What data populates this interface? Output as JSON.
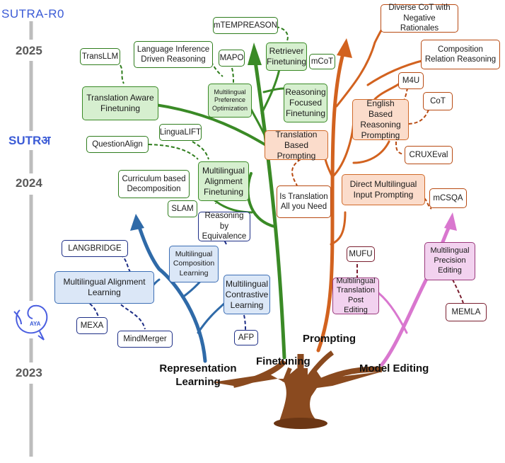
{
  "timeline": {
    "models": {
      "sutra_r0": "SUTRA-R0",
      "sutra": "SUTRअ",
      "aya": "AYA"
    },
    "years": [
      "2025",
      "2024",
      "2023"
    ]
  },
  "branches": {
    "representation": "Representation\nLearning",
    "finetuning": "Finetuning",
    "prompting": "Prompting",
    "model_editing": "Model Editing"
  },
  "finetuning": {
    "mtempreason": "mTEMPREASON",
    "retriever": "Retriever\nFinetuning",
    "mcot": "mCoT",
    "reasoning_focused": "Reasoning\nFocused\nFinetuning",
    "language_inference": "Language Inference\nDriven Reasoning",
    "mapo": "MAPO",
    "preference": "Multilingual\nPreference\nOptimization",
    "transllm": "TransLLM",
    "translation_aware": "Translation Aware\nFinetuning",
    "linguallift": "LinguaLIFT",
    "questionalign": "QuestionAlign",
    "alignment": "Multilingual\nAlignment\nFinetuning",
    "curriculum": "Curriculum based\nDecomposition",
    "slam": "SLAM"
  },
  "prompting": {
    "diverse_cot": "Diverse CoT with\nNegative Rationales",
    "composition_relation": "Composition\nRelation Reasoning",
    "m4u": "M4U",
    "cot": "CoT",
    "english_based": "English Based\nReasoning\nPrompting",
    "translation_based": "Translation\nBased Prompting",
    "cruxeval": "CRUXEval",
    "is_translation": "Is Translation\nAll you Need",
    "direct_input": "Direct Multilingual\nInput Prompting",
    "mcsqa": "mCSQA"
  },
  "representation": {
    "reasoning_equivalence": "Reasoning by\nEquivalence",
    "langbridge": "LANGBRIDGE",
    "composition_learning": "Multilingual\nComposition\nLearning",
    "alignment_learning": "Multilingual Alignment\nLearning",
    "contrastive": "Multilingual\nContrastive\nLearning",
    "mexa": "MEXA",
    "mindmerger": "MindMerger",
    "afp": "AFP"
  },
  "model_editing": {
    "mufu": "MUFU",
    "translation_post_editing": "Multilingual\nTranslation\nPost Editing",
    "precision_editing": "Multilingual\nPrecision\nEditing",
    "memla": "MEMLA"
  },
  "colors": {
    "finetuning": "#3a8a26",
    "prompting": "#d2621f",
    "representation": "#2f6aa8",
    "model_editing": "#d977cf",
    "trunk": "#8a4a1f",
    "timeline": "#bdbdbd",
    "model_label": "#3b5bd6"
  }
}
